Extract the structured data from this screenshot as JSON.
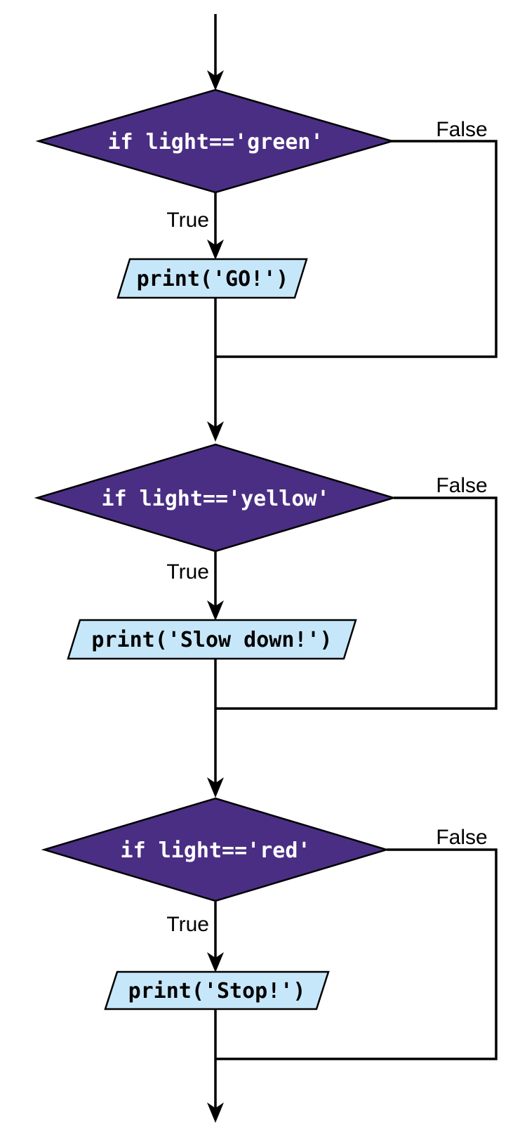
{
  "diagram": {
    "type": "flowchart",
    "description": "Traffic light if/elif flowchart with three decisions and three print outputs"
  },
  "colors": {
    "decision_fill": "#4a2e84",
    "decision_text": "#ffffff",
    "io_fill": "#c6e7f9",
    "io_text": "#000000",
    "line": "#000000",
    "background": "#ffffff"
  },
  "flowchart": {
    "sections": [
      {
        "condition": "if light=='green'",
        "true_label": "True",
        "false_label": "False",
        "output": "print('GO!')"
      },
      {
        "condition": "if light=='yellow'",
        "true_label": "True",
        "false_label": "False",
        "output": "print('Slow down!')"
      },
      {
        "condition": "if light=='red'",
        "true_label": "True",
        "false_label": "False",
        "output": "print('Stop!')"
      }
    ]
  }
}
